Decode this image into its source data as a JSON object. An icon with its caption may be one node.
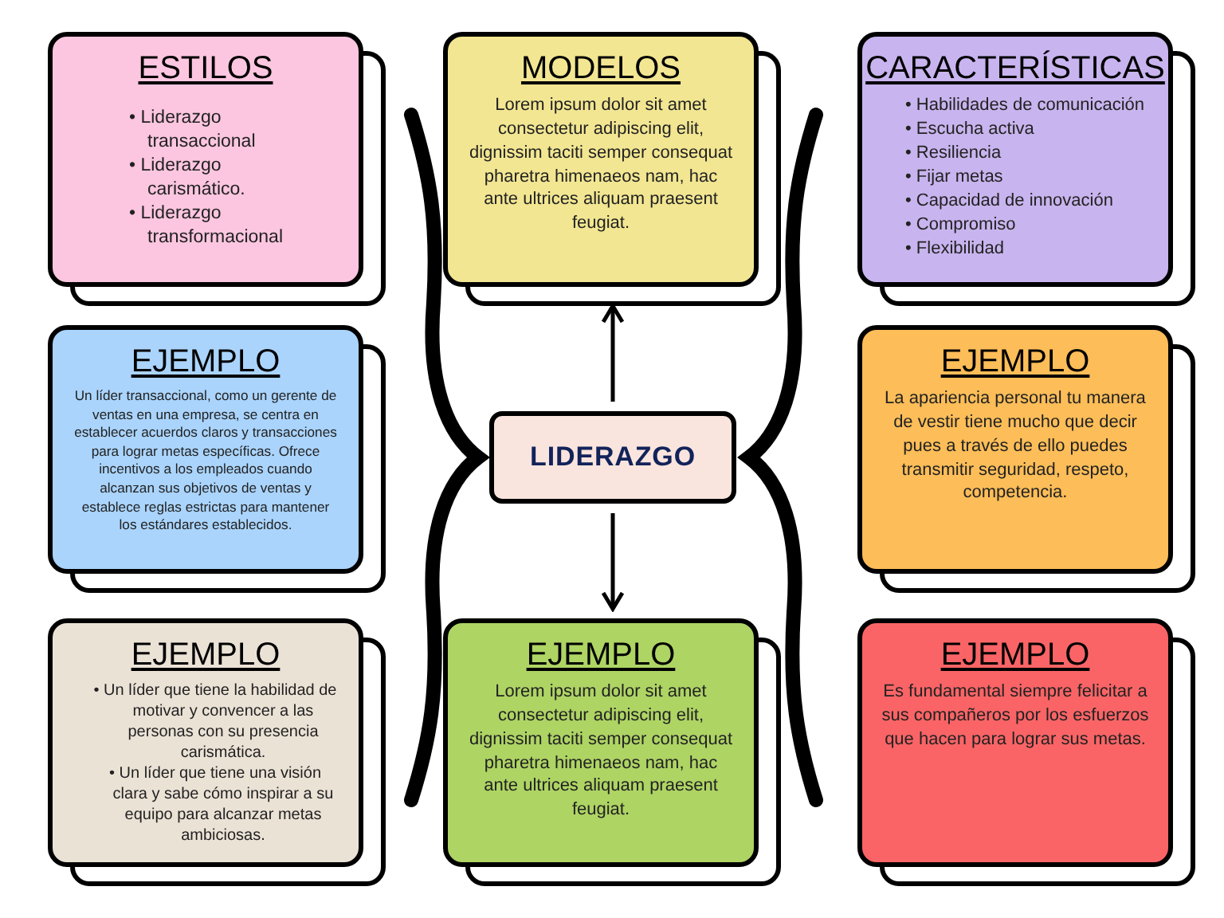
{
  "diagram": {
    "nodes": [
      {
        "text": [
          "ESTILOS",
          "• Liderazgo transaccional",
          "• Liderazgo carismático.",
          "• Liderazgo transformacional"
        ]
      },
      {
        "text": [
          "MODELOS",
          "Lorem ipsum dolor sit amet consectetur adipiscing elit, dignissim taciti semper consequat pharetra himenaeos nam, hac ante ultrices aliquam praesent feugiat."
        ]
      },
      {
        "text": [
          "CARACTERÍSTICAS",
          "• Habilidades de comunicación",
          "• Escucha activa",
          "• Resiliencia",
          "• Fijar metas",
          "• Capacidad de innovación",
          "• Compromiso",
          "• Flexibilidad"
        ]
      },
      {
        "text": [
          "EJEMPLO",
          "Un líder transaccional, como un gerente de ventas en una empresa, se centra en establecer acuerdos claros y transacciones para lograr metas específicas. Ofrece incentivos a los empleados cuando alcanzan sus objetivos de ventas y establece reglas estrictas para mantener los estándares establecidos."
        ]
      },
      {
        "text": [
          "LIDERAZGO"
        ]
      },
      {
        "text": [
          "EJEMPLO",
          "La apariencia personal tu manera de vestir tiene mucho que decir pues a través de ello puedes transmitir seguridad, respeto, competencia."
        ]
      },
      {
        "text": [
          "EJEMPLO",
          "• Un líder que tiene la habilidad de motivar y convencer a las personas con su presencia carismática.",
          "• Un líder que tiene una visión clara y sabe cómo inspirar a su equipo para alcanzar metas ambiciosas."
        ]
      },
      {
        "text": [
          "EJEMPLO",
          "Lorem ipsum dolor sit amet consectetur adipiscing elit, dignissim taciti semper consequat pharetra himenaeos nam, hac ante ultrices aliquam praesent feugiat."
        ]
      },
      {
        "text": [
          "EJEMPLO",
          "Es fundamental siempre felicitar a sus compañeros por los esfuerzos que hacen para lograr sus metas."
        ]
      }
    ],
    "edges": [
      {
        "from": 4,
        "to": 1,
        "arrow": "to"
      },
      {
        "from": 4,
        "to": 7,
        "arrow": "to"
      }
    ]
  }
}
